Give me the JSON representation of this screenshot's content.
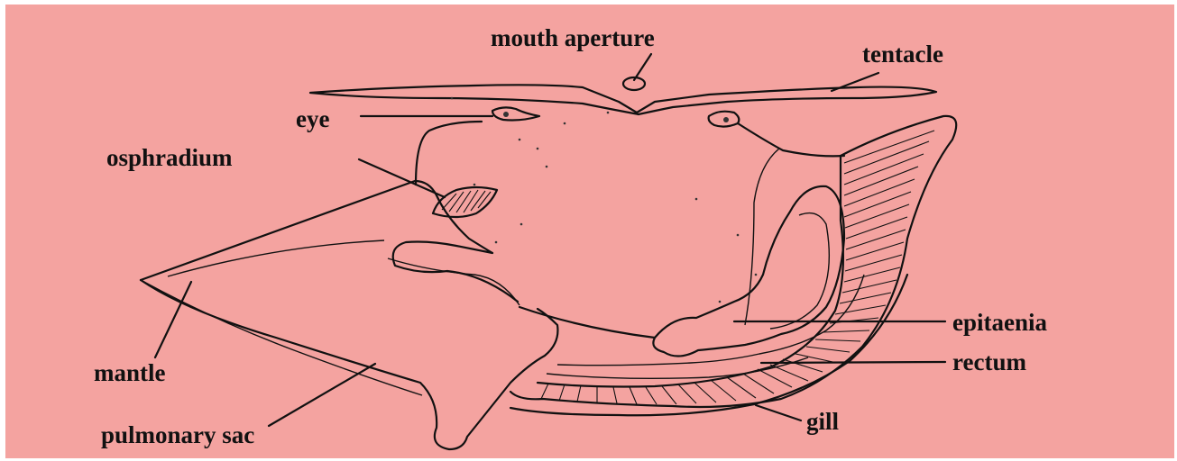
{
  "diagram": {
    "background_color": "#f4a3a0",
    "line_color": "#111111",
    "labels": {
      "mouth_aperture": "mouth aperture",
      "tentacle": "tentacle",
      "eye": "eye",
      "osphradium": "osphradium",
      "epitaenia": "epitaenia",
      "rectum": "rectum",
      "mantle": "mantle",
      "gill": "gill",
      "pulmonary_sac": "pulmonary sac"
    }
  }
}
